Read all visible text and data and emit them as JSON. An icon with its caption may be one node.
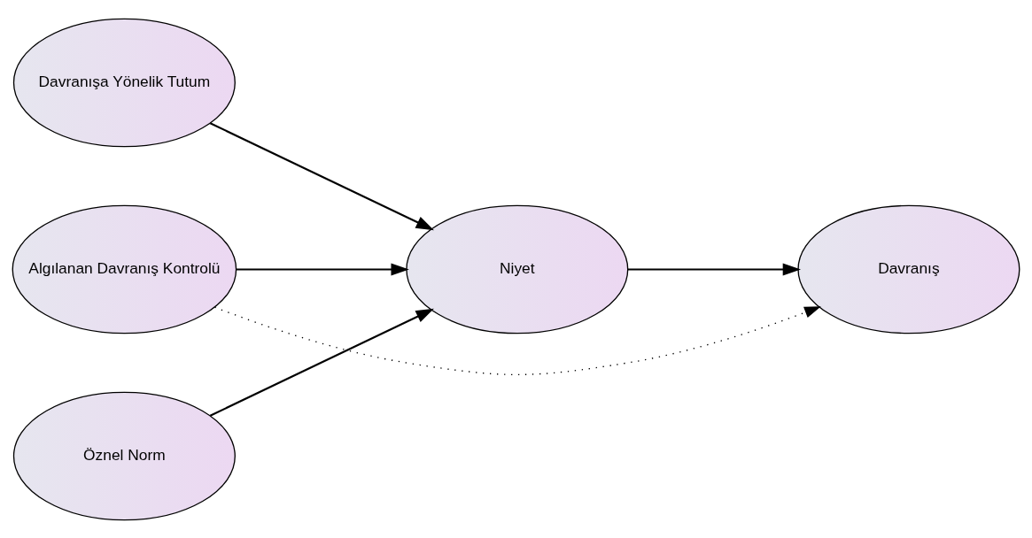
{
  "diagram": {
    "nodes": [
      {
        "text": [
          "Davranışa Yönelik Tutum"
        ]
      },
      {
        "text": [
          "Öznel Norm"
        ]
      },
      {
        "text": [
          "Algılanan Davranış Kontrolü"
        ]
      },
      {
        "text": [
          "Niyet"
        ]
      },
      {
        "text": [
          "Davranış"
        ]
      }
    ],
    "edges": [
      {
        "from": 0,
        "to": 3,
        "arrow": "to"
      },
      {
        "from": 1,
        "to": 3,
        "arrow": "to"
      },
      {
        "from": 2,
        "to": 3,
        "arrow": "to"
      },
      {
        "from": 3,
        "to": 4,
        "arrow": "to"
      },
      {
        "from": 2,
        "to": 4,
        "arrow": "to",
        "style": "dashed"
      }
    ]
  }
}
